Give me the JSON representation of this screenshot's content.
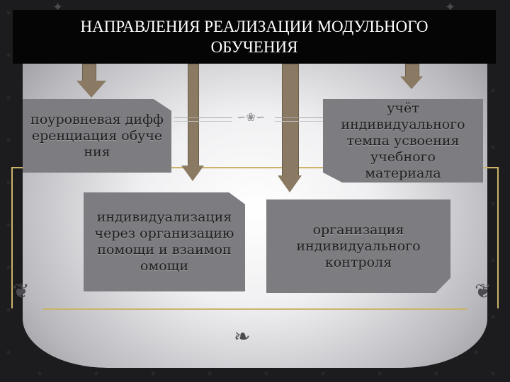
{
  "title": "НАПРАВЛЕНИЯ РЕАЛИЗАЦИИ МОДУЛЬНОГО ОБУЧЕНИЯ",
  "boxes": {
    "level_diff": "поуровневая дифференциация обучения",
    "individualization": "индивидуализация через организацию помощи и взаимопомощи",
    "tempo": "учёт индивидуального темпа усвоения учебного материала",
    "control": "организация индивидуального контроля"
  },
  "colors": {
    "title_background": "#050505",
    "box_fill": "#7d7d81",
    "arrow_fill": "#8a7a63",
    "frame_gold": "#c9b46a"
  }
}
